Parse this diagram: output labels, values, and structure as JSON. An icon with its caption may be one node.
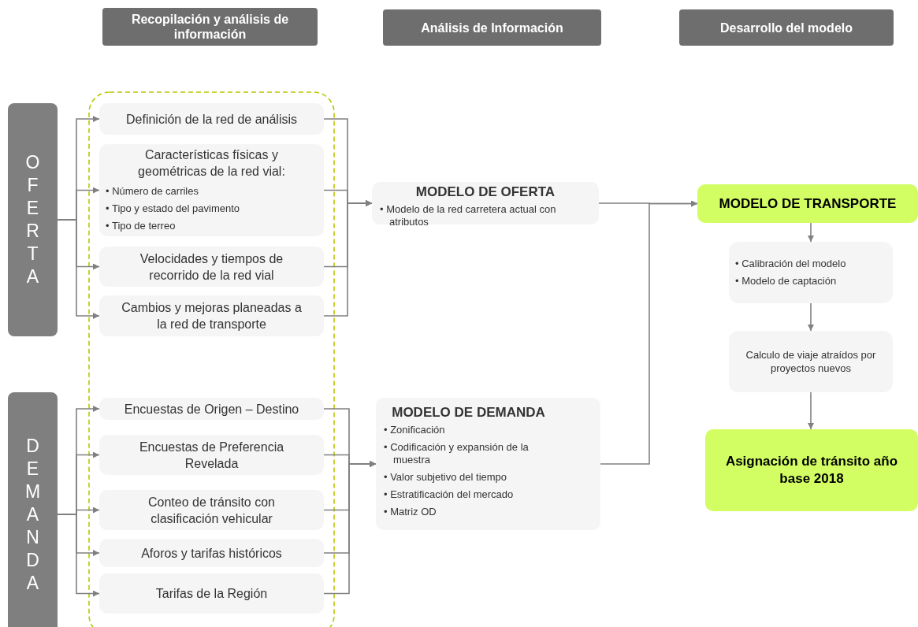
{
  "diagram": {
    "nodes": [
      {
        "text": [
          "Recopilación y análisis de información"
        ]
      },
      {
        "text": [
          "Análisis de Información"
        ]
      },
      {
        "text": [
          "Desarrollo del modelo"
        ]
      },
      {
        "text": [
          "OFERTA"
        ]
      },
      {
        "text": [
          "Definición de la red de análisis"
        ]
      },
      {
        "text": [
          "Características físicas y geométricas de la red vial:",
          "• Número de carriles",
          "• Tipo y estado del pavimento",
          "• Tipo de terreo"
        ]
      },
      {
        "text": [
          "Velocidades y tiempos de recorrido de la red vial"
        ]
      },
      {
        "text": [
          "Cambios y mejoras planeadas a la red de transporte"
        ]
      },
      {
        "text": [
          "DEMANDA"
        ]
      },
      {
        "text": [
          "Encuestas de Origen – Destino"
        ]
      },
      {
        "text": [
          "Encuestas de Preferencia Revelada"
        ]
      },
      {
        "text": [
          "Conteo de tránsito con clasificación vehicular"
        ]
      },
      {
        "text": [
          "Aforos y tarifas históricos"
        ]
      },
      {
        "text": [
          "Tarifas de la Región"
        ]
      },
      {
        "text": [
          "MODELO DE OFERTA",
          "• Modelo de la red carretera actual con atributos"
        ]
      },
      {
        "text": [
          "MODELO DE DEMANDA",
          "• Zonificación",
          "• Codificación y expansión de la muestra",
          "• Valor subjetivo del tiempo",
          "• Estratificación del mercado",
          "• Matriz OD"
        ]
      },
      {
        "text": [
          "MODELO DE TRANSPORTE"
        ]
      },
      {
        "text": [
          "• Calibración del modelo",
          "• Modelo de captación"
        ]
      },
      {
        "text": [
          "Calculo de viaje atraídos por proyectos nuevos"
        ]
      },
      {
        "text": [
          "Asignación de tránsito año base 2018"
        ]
      }
    ],
    "edges": [
      {
        "from": 3,
        "to": 4,
        "arrow": "to"
      },
      {
        "from": 3,
        "to": 5,
        "arrow": "to"
      },
      {
        "from": 3,
        "to": 6,
        "arrow": "to"
      },
      {
        "from": 3,
        "to": 7,
        "arrow": "to"
      },
      {
        "from": 4,
        "to": 14,
        "arrow": "to"
      },
      {
        "from": 5,
        "to": 14,
        "arrow": "to"
      },
      {
        "from": 6,
        "to": 14,
        "arrow": "to"
      },
      {
        "from": 7,
        "to": 14,
        "arrow": "to"
      },
      {
        "from": 8,
        "to": 9,
        "arrow": "to"
      },
      {
        "from": 8,
        "to": 10,
        "arrow": "to"
      },
      {
        "from": 8,
        "to": 11,
        "arrow": "to"
      },
      {
        "from": 8,
        "to": 12,
        "arrow": "to"
      },
      {
        "from": 8,
        "to": 13,
        "arrow": "to"
      },
      {
        "from": 9,
        "to": 15,
        "arrow": "to"
      },
      {
        "from": 10,
        "to": 15,
        "arrow": "to"
      },
      {
        "from": 11,
        "to": 15,
        "arrow": "to"
      },
      {
        "from": 12,
        "to": 15,
        "arrow": "to"
      },
      {
        "from": 13,
        "to": 15,
        "arrow": "to"
      },
      {
        "from": 14,
        "to": 16,
        "arrow": "to"
      },
      {
        "from": 15,
        "to": 16,
        "arrow": "to"
      },
      {
        "from": 16,
        "to": 17,
        "arrow": "to"
      },
      {
        "from": 17,
        "to": 18,
        "arrow": "to"
      },
      {
        "from": 18,
        "to": 19,
        "arrow": "to"
      }
    ]
  }
}
